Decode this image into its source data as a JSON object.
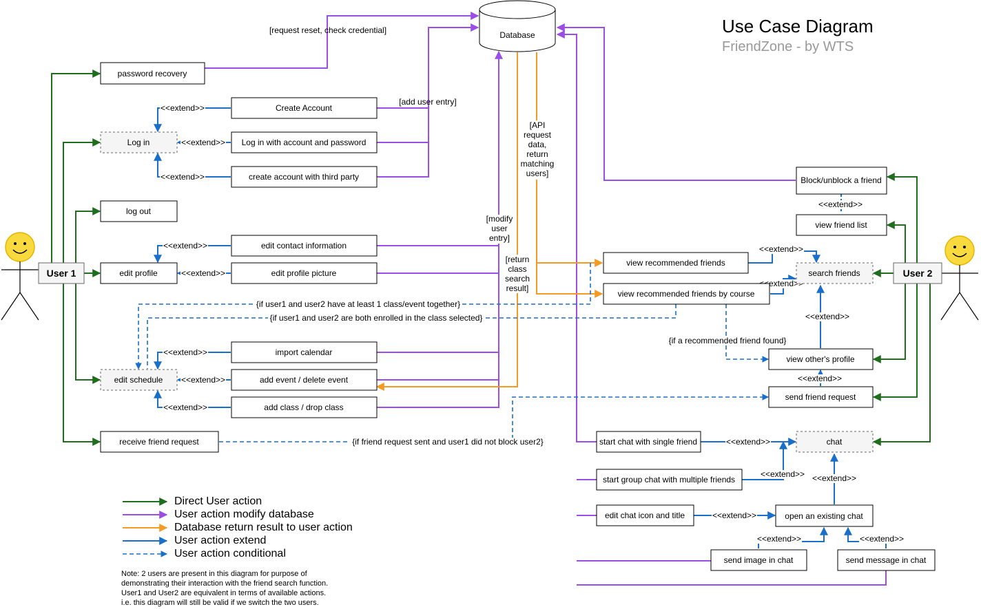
{
  "title": "Use Case Diagram",
  "subtitle": "FriendZone - by WTS",
  "colors": {
    "direct": "#1e6e1e",
    "modify": "#9b4ee6",
    "return": "#f59a23",
    "extend": "#1a6fc9",
    "conditional": "#1a6fc9"
  },
  "nodes": {
    "database": "Database",
    "user1": "User 1",
    "user2": "User 2",
    "password_recovery": "password recovery",
    "create_account": "Create Account",
    "log_in": "Log in",
    "log_in_account": "Log in with account and password",
    "create_account_third": "create account with third party",
    "log_out": "log out",
    "edit_contact": "edit contact information",
    "edit_profile": "edit profile",
    "edit_picture": "edit profile picture",
    "import_calendar": "import calendar",
    "edit_schedule": "edit schedule",
    "add_event": "add event / delete event",
    "add_class": "add class / drop class",
    "receive_request": "receive friend request",
    "block_friend": "Block/unblock a friend",
    "view_friend_list": "view friend list",
    "view_recommended": "view recommended friends",
    "view_recommended_course": "view recommended friends by course",
    "search_friends": "search friends",
    "view_profile": "view other's profile",
    "send_request": "send friend request",
    "start_single_chat": "start chat with single friend",
    "chat": "chat",
    "start_group_chat": "start group chat with multiple friends",
    "edit_chat_icon": "edit chat icon and title",
    "open_chat": "open an existing chat",
    "send_image": "send image in chat",
    "send_message": "send message in chat"
  },
  "labels": {
    "request_reset": "[request reset, check credential]",
    "add_user_entry": "[add user entry]",
    "api_request": [
      "[API",
      "request",
      "data,",
      "return",
      "matching",
      "users]"
    ],
    "modify_user": [
      "[modify",
      "user",
      "entry]"
    ],
    "return_class": [
      "[return",
      "class",
      "search",
      "result]"
    ],
    "extend": "<<extend>>",
    "cond_class_event": "{if user1 and user2 have at least 1 class/event together}",
    "cond_enrolled": "{if user1 and user2 are both enrolled in the class selected}",
    "cond_friend_found": "{if a recommended friend found}",
    "cond_request_sent": "{if friend request sent and user1 did not block user2}"
  },
  "legend": [
    {
      "label": "Direct User action",
      "color": "#1e6e1e",
      "style": "solid"
    },
    {
      "label": "User action modify database",
      "color": "#9b4ee6",
      "style": "solid"
    },
    {
      "label": "Database return result to user action",
      "color": "#f59a23",
      "style": "solid"
    },
    {
      "label": "User action extend",
      "color": "#1a6fc9",
      "style": "solid"
    },
    {
      "label": "User action conditional",
      "color": "#1a6fc9",
      "style": "dashed"
    }
  ],
  "note": [
    "Note: 2 users are present in this diagram for purpose of",
    "demonstrating their interaction with the friend search function.",
    "User1 and User2 are equivalent in terms of available actions.",
    "i.e. this diagram will still be valid if we switch the two users."
  ]
}
